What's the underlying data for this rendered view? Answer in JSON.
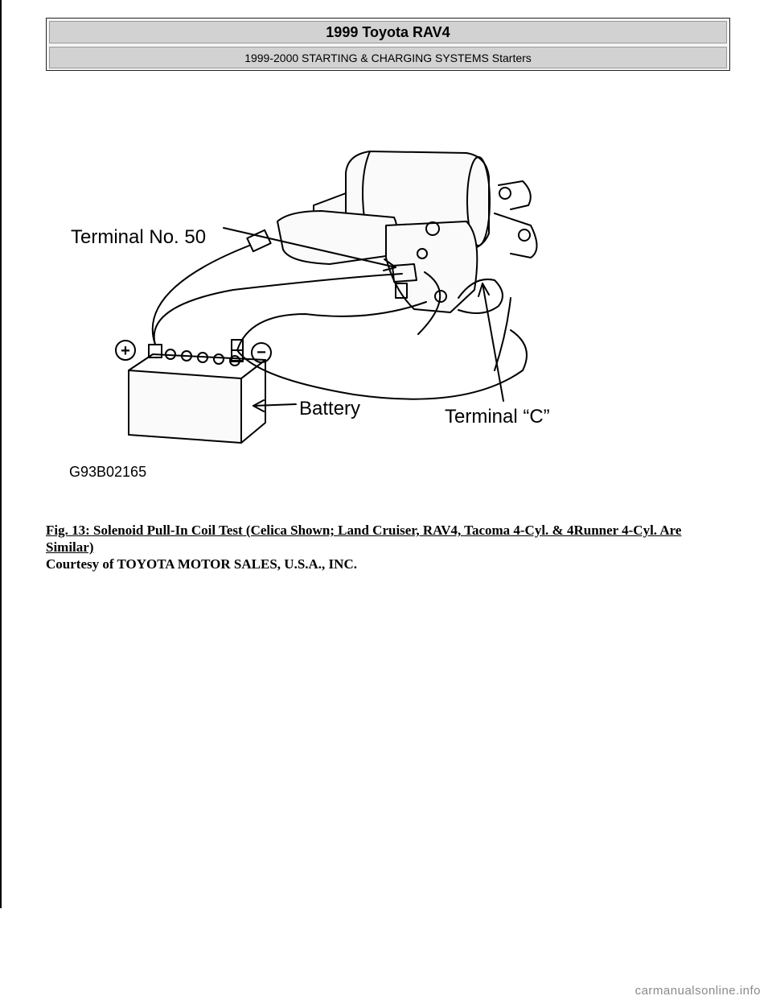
{
  "header": {
    "title": "1999 Toyota RAV4",
    "subtitle": "1999-2000 STARTING & CHARGING SYSTEMS Starters"
  },
  "figure": {
    "labels": {
      "terminal_50": "Terminal No. 50",
      "battery": "Battery",
      "terminal_c": "Terminal “C”",
      "figure_code": "G93B02165",
      "plus": "+",
      "minus": "−"
    }
  },
  "caption": {
    "title": "Fig. 13: Solenoid Pull-In Coil Test (Celica Shown; Land Cruiser, RAV4, Tacoma 4-Cyl. & 4Runner 4-Cyl. Are Similar)",
    "courtesy": "Courtesy of TOYOTA MOTOR SALES, U.S.A., INC."
  },
  "footer": {
    "watermark": "carmanualsonline.info"
  }
}
